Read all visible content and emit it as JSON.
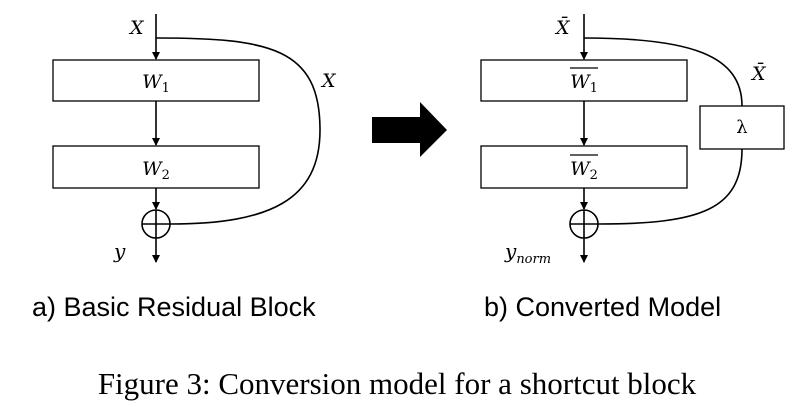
{
  "panel_a": {
    "input_label": "X",
    "shortcut_label": "X",
    "layer1": {
      "symbol": "W",
      "sub": "1"
    },
    "layer2": {
      "symbol": "W",
      "sub": "2"
    },
    "output": {
      "symbol": "y",
      "sub": ""
    },
    "subtitle": "a) Basic Residual Block"
  },
  "panel_b": {
    "input_label": "X̄",
    "shortcut_label": "X̄",
    "scale_label": "λ",
    "layer1": {
      "symbol": "W",
      "sub": "1"
    },
    "layer2": {
      "symbol": "W",
      "sub": "2"
    },
    "output": {
      "symbol": "y",
      "sub": "norm"
    },
    "subtitle": "b) Converted Model"
  },
  "caption": "Figure 3: Conversion model for a shortcut block"
}
